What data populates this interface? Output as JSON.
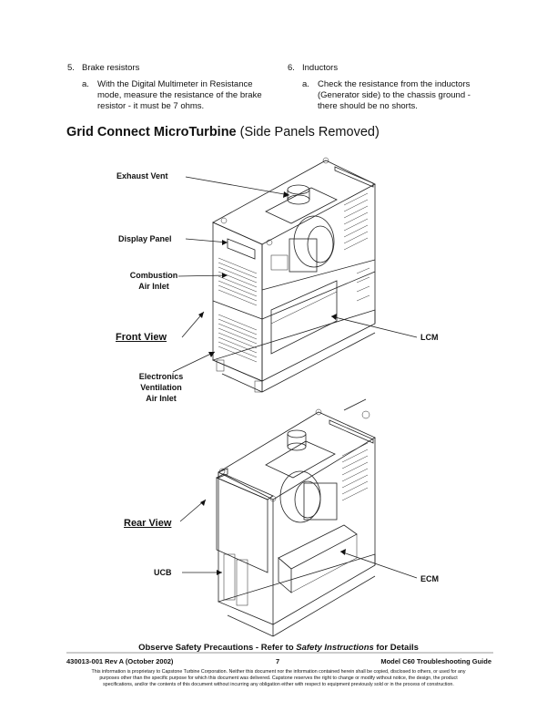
{
  "steps": {
    "brake": {
      "number": "5.",
      "title": "Brake resistors",
      "sub_letter": "a.",
      "sub_text_lines": [
        "With the Digital Multimeter in Resistance",
        "mode, measure the resistance of the brake",
        "resistor - it must be 7 ohms."
      ]
    },
    "inductors": {
      "number": "6.",
      "title": "Inductors",
      "sub_letter": "a.",
      "sub_text_lines": [
        "Check the resistance from the inductors",
        "(Generator side) to the chassis ground -",
        "there should be no shorts."
      ]
    }
  },
  "section": {
    "title_bold": "Grid Connect MicroTurbine",
    "title_normal": " (Side Panels Removed)"
  },
  "figure": {
    "labels": {
      "exhaust_vent": "Exhaust Vent",
      "display_panel": "Display Panel",
      "combustion_line1": "Combustion",
      "combustion_line2": "Air Inlet",
      "front_view": "Front View",
      "electronics_line1": "Electronics",
      "electronics_line2": "Ventilation",
      "electronics_line3": "Air Inlet",
      "lcm": "LCM",
      "rear_view": "Rear View",
      "ucb": "UCB",
      "ecm": "ECM"
    }
  },
  "safety": {
    "prefix": "Observe Safety Precautions - Refer to ",
    "italic": "Safety Instructions",
    "suffix": " for Details"
  },
  "footer": {
    "doc_id": "430013-001 Rev A (October 2002)",
    "page": "7",
    "guide": "Model C60 Troubleshooting Guide",
    "notice_lines": [
      "This information is proprietary to Capstone Turbine Corporation. Neither this document nor the information contained herein shall be copied, disclosed to others, or used for any",
      "purposes other than the specific purpose for which this document was delivered. Capstone reserves the right to change or modify without notice, the design, the product",
      "specifications, and/or the contents of this document without incurring any obligation either with respect to equipment previously sold or in the process of construction."
    ]
  }
}
